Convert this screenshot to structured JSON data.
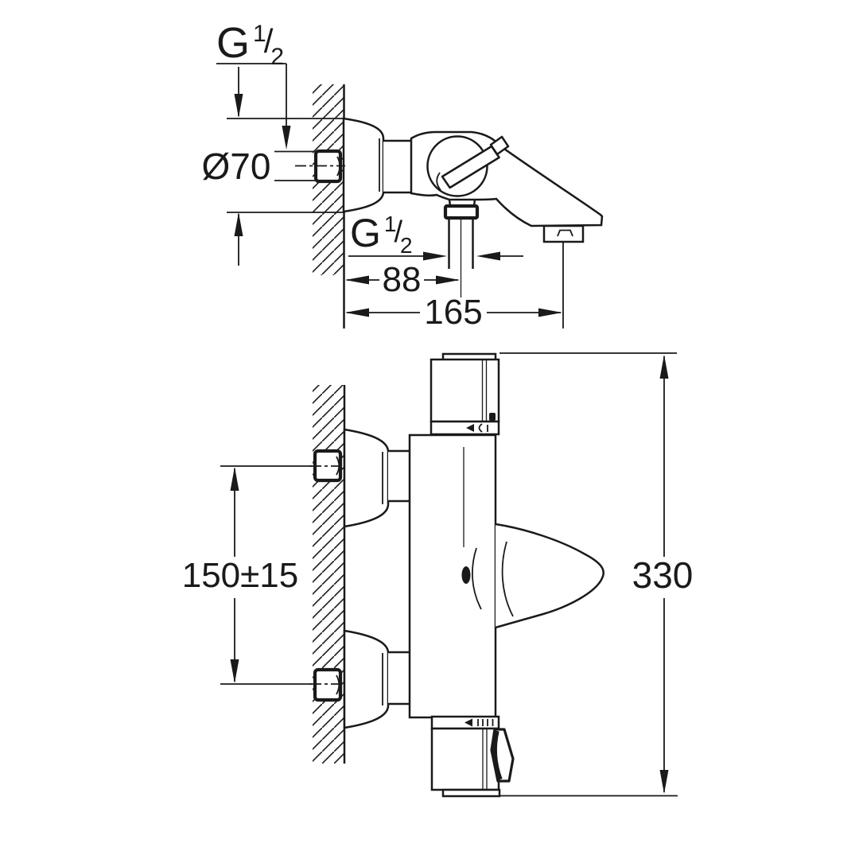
{
  "page": {
    "background": "#ffffff",
    "line_color": "#1a1a1a",
    "description": "Technical dimensional drawing of a wall-mounted bath/shower mixer tap, side view and front view"
  },
  "views": {
    "side_view": {
      "dims": {
        "wall_thread": {
          "prefix": "G",
          "numerator": "1",
          "slash": "/",
          "denominator": "2"
        },
        "escutcheon_diameter": "Ø70",
        "outlet_thread": {
          "prefix": "G",
          "numerator": "1",
          "slash": "/",
          "denominator": "2"
        },
        "wall_to_outlet_center": "88",
        "wall_to_spout_end": "165"
      }
    },
    "front_view": {
      "dims": {
        "inlet_center_distance": "150±15",
        "overall_height": "330"
      }
    }
  }
}
